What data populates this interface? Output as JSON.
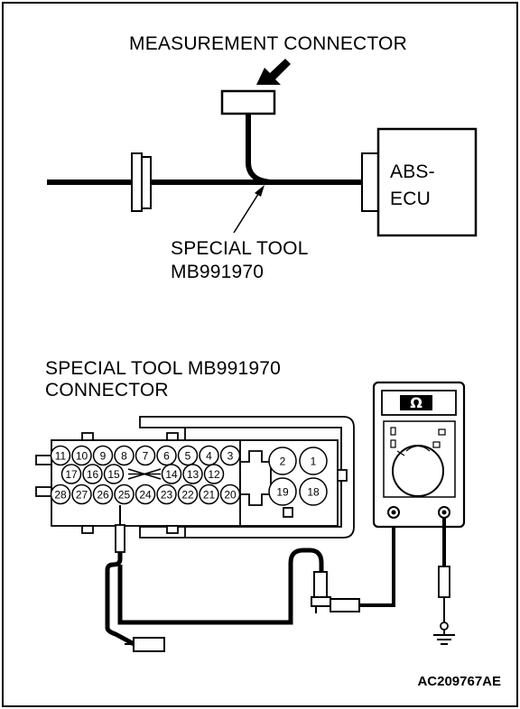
{
  "top_diagram": {
    "measurement_connector_label": "MEASUREMENT CONNECTOR",
    "ecu_label_line1": "ABS-",
    "ecu_label_line2": "ECU",
    "special_tool_line1": "SPECIAL TOOL",
    "special_tool_line2": "MB991970"
  },
  "bottom_diagram": {
    "connector_label_line1": "SPECIAL TOOL MB991970",
    "connector_label_line2": "CONNECTOR",
    "pins_row1": [
      "11",
      "10",
      "9",
      "8",
      "7",
      "6",
      "5",
      "4",
      "3"
    ],
    "pins_row2": [
      "17",
      "16",
      "15",
      "14",
      "13",
      "12"
    ],
    "pins_row3": [
      "28",
      "27",
      "26",
      "25",
      "24",
      "23",
      "22",
      "21",
      "20"
    ],
    "pins_right": [
      "2",
      "1",
      "19",
      "18"
    ],
    "meter_symbol": "Ω"
  },
  "figure_id": "AC209767AE"
}
